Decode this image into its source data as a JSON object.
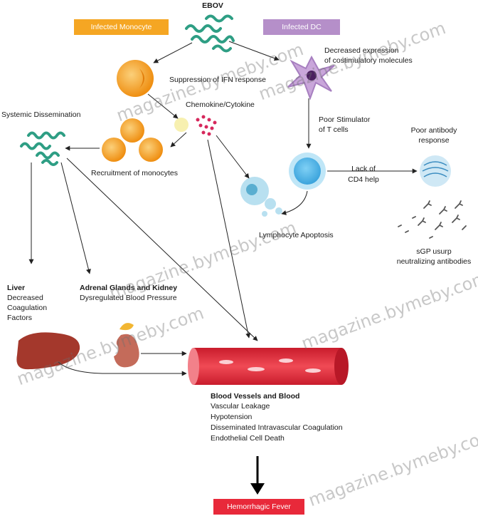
{
  "top": {
    "virus": "EBOV",
    "tag_left": "Infected Monocyte",
    "tag_right": "Infected DC"
  },
  "labels": {
    "ifn": "Suppression of IFN response",
    "costim_line1": "Decreased expression",
    "costim_line2": "of costimulatory molecules",
    "chemokine": "Chemokine/Cytokine",
    "systemic": "Systemic Dissemination",
    "poor_stim_line1": "Poor Stimulator",
    "poor_stim_line2": "of T cells",
    "poor_ab_line1": "Poor antibody",
    "poor_ab_line2": "response",
    "lack_cd4_line1": "Lack of",
    "lack_cd4_line2": "CD4 help",
    "recruitment": "Recruitment of monocytes",
    "apoptosis": "Lymphocyte Apoptosis",
    "sgp_line1": "sGP usurp",
    "sgp_line2": "neutralizing antibodies"
  },
  "liver": {
    "title": "Liver",
    "line1": "Decreased",
    "line2": "Coagulation",
    "line3": "Factors"
  },
  "adrenal": {
    "title": "Adrenal Glands and Kidney",
    "line1": "Dysregulated Blood Pressure"
  },
  "blood": {
    "title": "Blood Vessels and Blood",
    "items": [
      "Vascular Leakage",
      "Hypotension",
      "Disseminated Intravascular Coagulation",
      "Endothelial Cell Death"
    ]
  },
  "outcome": "Hemorrhagic Fever",
  "watermark": "magazine.bymeby.com",
  "colors": {
    "monocyte_tag": "#f5a623",
    "dc_tag": "#b58fc9",
    "outcome": "#e8293a",
    "vessel": "#e53340",
    "monocyte": "#f39c1c",
    "virus": "#2e9e84"
  }
}
